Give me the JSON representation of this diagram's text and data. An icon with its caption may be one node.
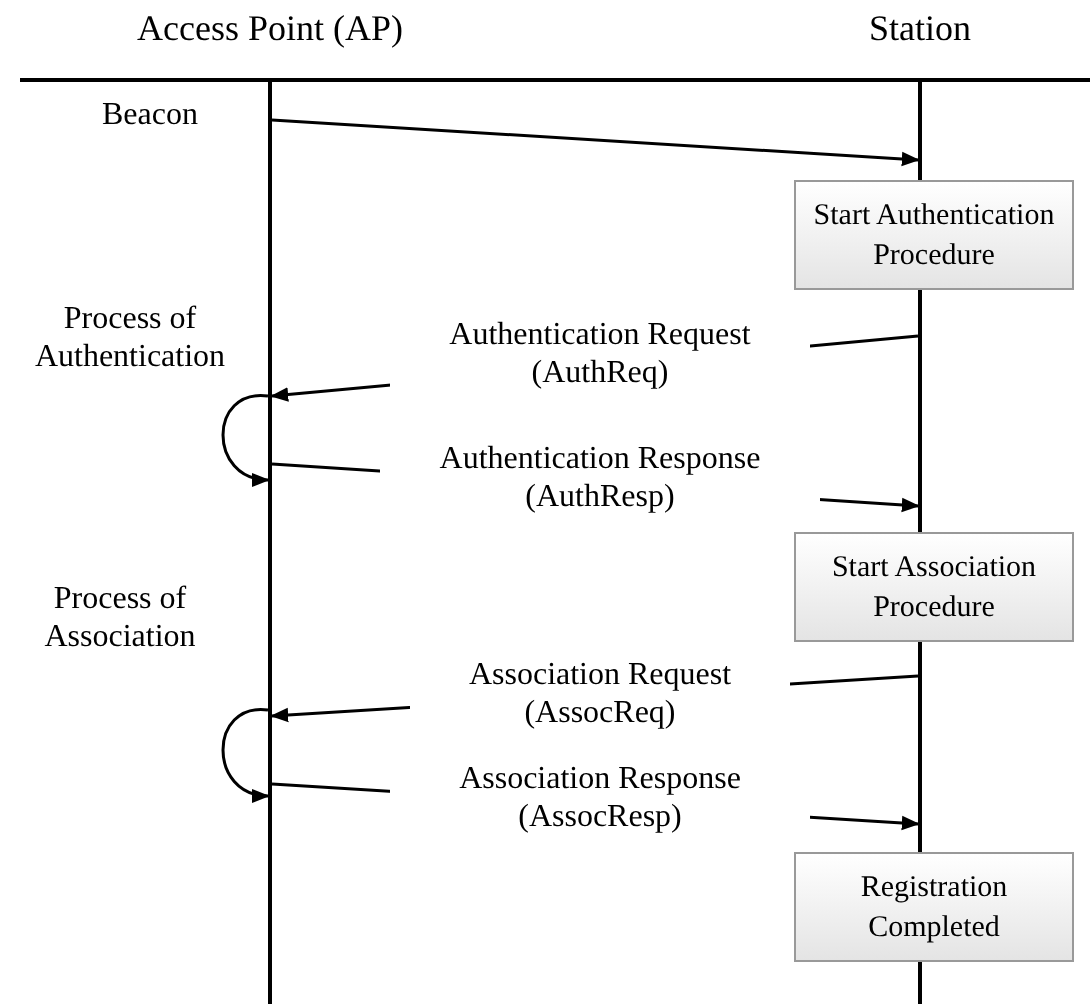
{
  "diagram": {
    "nodes": [
      {
        "text": [],
        "shape": "line"
      },
      {
        "text": [],
        "shape": "line"
      },
      {
        "text": [
          "Start Authentication Procedure"
        ]
      },
      {
        "text": [
          "Start Association Procedure"
        ]
      },
      {
        "text": [
          "Registration Completed"
        ]
      }
    ],
    "edges": [
      {
        "from": 0,
        "to": 1,
        "arrow": "to",
        "label": "Beacon"
      },
      {
        "from": 1,
        "to": 0,
        "arrow": "to",
        "label": "Authentication Request (AuthReq)"
      },
      {
        "from": 0,
        "to": 0,
        "arrow": "to",
        "label": "Process of Authentication"
      },
      {
        "from": 0,
        "to": 1,
        "arrow": "to",
        "label": "Authentication Response (AuthResp)"
      },
      {
        "from": 1,
        "to": 0,
        "arrow": "to",
        "label": "Association Request (AssocReq)"
      },
      {
        "from": 0,
        "to": 0,
        "arrow": "to",
        "label": "Process of Association"
      },
      {
        "from": 0,
        "to": 1,
        "arrow": "to",
        "label": "Association Response (AssocResp)"
      }
    ],
    "labels": [
      "Access Point (AP)",
      "Station"
    ]
  }
}
